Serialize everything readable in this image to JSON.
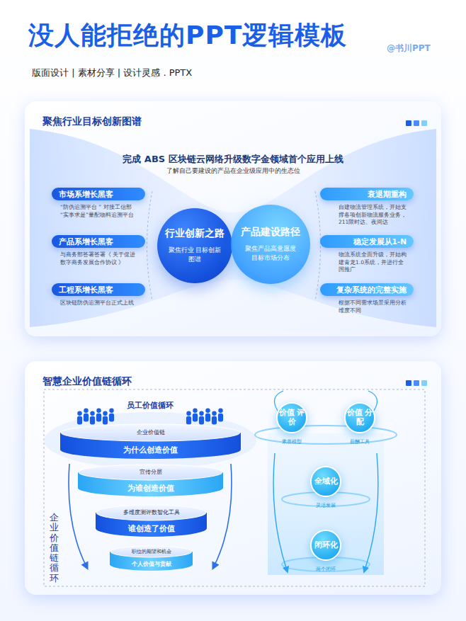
{
  "diagram": {
    "title": "没人能拒绝的PPT逻辑模板",
    "caption": "版面设计 | 素材分享 | 设计灵感 . PPTX",
    "nodes": [
      {
        "text": [
          "聚焦行业目标创新图谱"
        ]
      },
      {
        "text": [
          "市场系增长黑客",
          "“防伪追溯平台 ” 对接工信部“实事求是”量配物料追溯平台"
        ],
        "in": 0
      },
      {
        "text": [
          "产品系增长黑客",
          "与商务部答署答署《 关于促进数字商务发展合作协议 》"
        ],
        "in": 0
      },
      {
        "text": [
          "工程系增长黑客",
          "区块链防伪追溯平台正式上线"
        ],
        "in": 0
      },
      {
        "text": [
          "行业创新之路",
          "聚焦行业 目标创新图谱"
        ],
        "in": 0
      },
      {
        "text": [
          "产品建设路径",
          "聚焦产品高意愿度 目标市场分布"
        ],
        "in": 0
      },
      {
        "text": [
          "衰退期重构",
          "自建物流管理系统，开始支撑各项创新物流服务业务，211限时达、夜间达"
        ],
        "in": 0
      },
      {
        "text": [
          "稳定发展从1-N",
          "物流系统全面升级，开始构建青龙1.0系统，并进行全国推广"
        ],
        "in": 0
      },
      {
        "text": [
          "复杂系统的完整实施",
          "根据不同需求场景采用分析维度不同"
        ],
        "in": 0
      },
      {
        "text": [
          "智慧企业价值链循环"
        ]
      },
      {
        "text": [
          "企业价值链",
          "为什么创造价值"
        ],
        "in": 9
      },
      {
        "text": [
          "宣传分层",
          "为谁创造价值"
        ],
        "in": 9
      },
      {
        "text": [
          "多维度测评数智化工具",
          "谁创造了价值"
        ],
        "in": 9
      },
      {
        "text": [
          "职位的期望和机会",
          "个人价值与贡献"
        ],
        "in": 9
      },
      {
        "text": [
          "价值 评价",
          "素质模型"
        ],
        "in": 9
      },
      {
        "text": [
          "价值 分配",
          "薪酬工具"
        ],
        "in": 9
      },
      {
        "text": [
          "全域化",
          "灵活发展"
        ],
        "in": 9
      },
      {
        "text": [
          "闭环化",
          "两个闭环"
        ],
        "in": 9
      }
    ],
    "labels": [
      "@书川PPT",
      "完成 ABS 区块链云网络升级数字金领域首个应用上线",
      "了解自己要建设的产品在企业级应用中的生态位",
      "员工价值循环",
      "企业价值链循环"
    ]
  }
}
